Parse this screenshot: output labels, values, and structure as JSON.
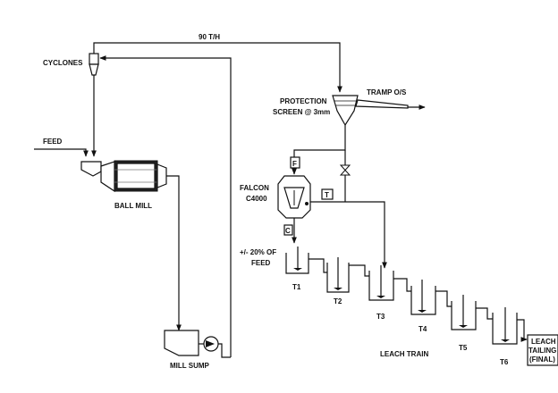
{
  "labels": {
    "flow_rate": "90 T/H",
    "cyclones": "CYCLONES",
    "feed": "FEED",
    "ball_mill": "BALL MILL",
    "mill_sump": "MILL SUMP",
    "protection_screen_line1": "PROTECTION",
    "protection_screen_line2": "SCREEN @ 3mm",
    "tramp": "TRAMP O/S",
    "falcon_line1": "FALCON",
    "falcon_line2": "C4000",
    "port_f": "F",
    "port_t": "T",
    "port_c": "C",
    "split_line1": "+/- 20% OF",
    "split_line2": "FEED",
    "leach_train": "LEACH TRAIN",
    "leach_tailing_line1": "LEACH",
    "leach_tailing_line2": "TAILING",
    "leach_tailing_line3": "(FINAL)"
  },
  "tanks": [
    {
      "label": "T1"
    },
    {
      "label": "T2"
    },
    {
      "label": "T3"
    },
    {
      "label": "T4"
    },
    {
      "label": "T5"
    },
    {
      "label": "T6"
    }
  ]
}
